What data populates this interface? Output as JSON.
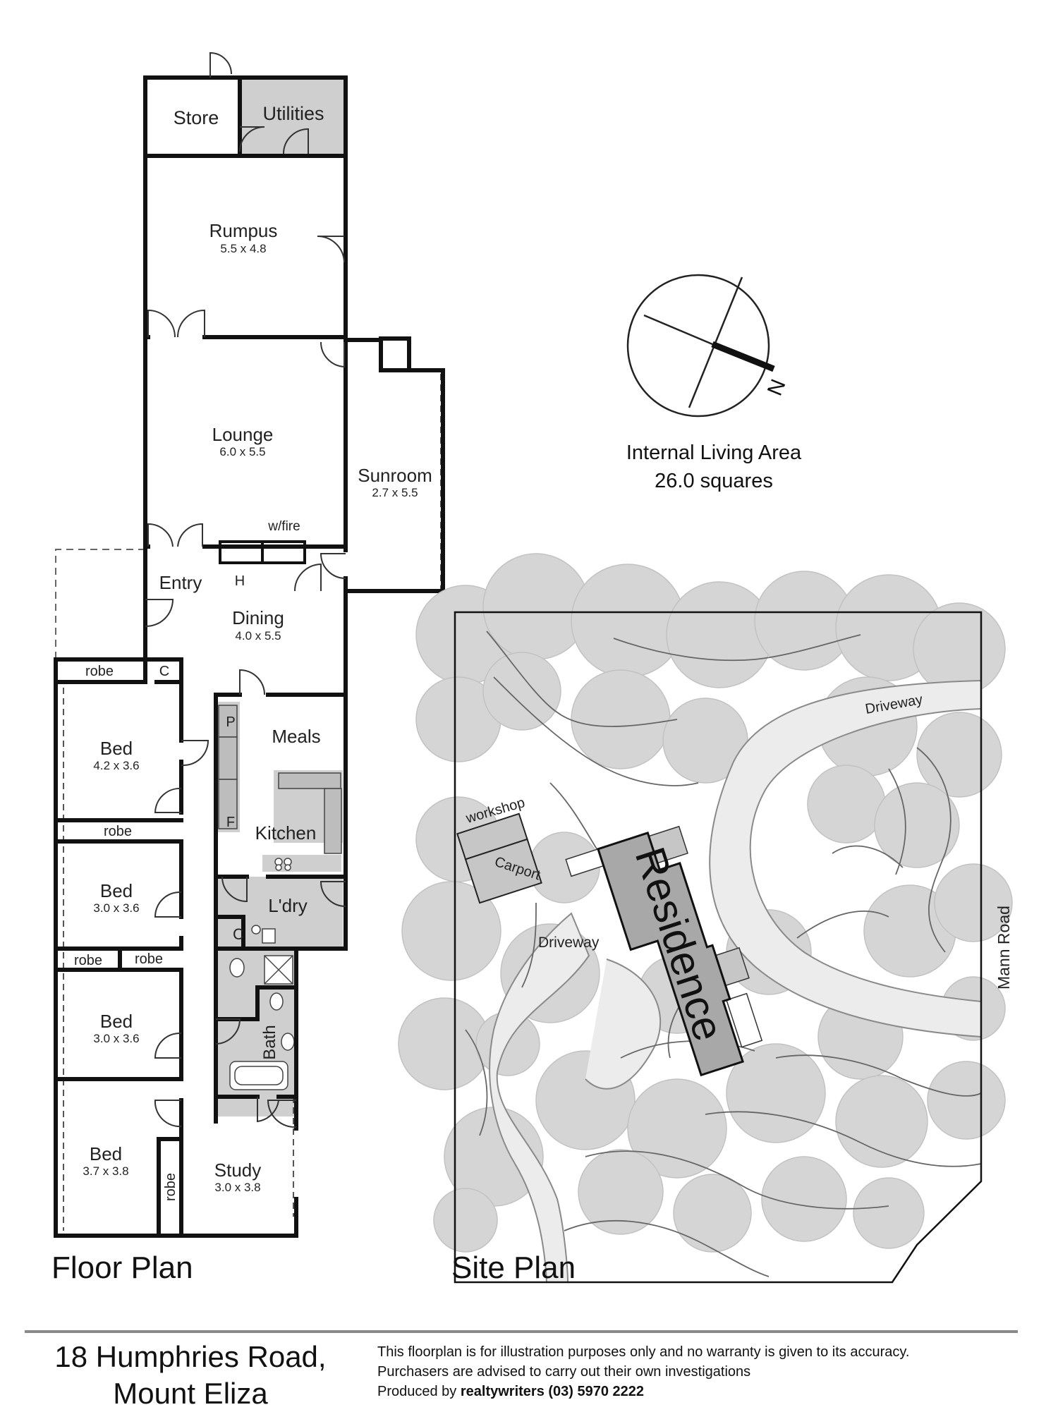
{
  "floor_plan": {
    "title": "Floor Plan",
    "rooms": {
      "store": {
        "name": "Store"
      },
      "utilities": {
        "name": "Utilities"
      },
      "rumpus": {
        "name": "Rumpus",
        "size": "5.5 x 4.8"
      },
      "lounge": {
        "name": "Lounge",
        "size": "6.0 x 5.5"
      },
      "sunroom": {
        "name": "Sunroom",
        "size": "2.7 x 5.5"
      },
      "wfire": {
        "name": "w/fire"
      },
      "h": {
        "name": "H"
      },
      "entry": {
        "name": "Entry"
      },
      "dining": {
        "name": "Dining",
        "size": "4.0 x 5.5"
      },
      "robe1": {
        "name": "robe"
      },
      "c1": {
        "name": "C"
      },
      "bed1": {
        "name": "Bed",
        "size": "4.2 x 3.6"
      },
      "robe2": {
        "name": "robe"
      },
      "bed2": {
        "name": "Bed",
        "size": "3.0 x 3.6"
      },
      "robe3": {
        "name": "robe"
      },
      "robe4": {
        "name": "robe"
      },
      "bed3": {
        "name": "Bed",
        "size": "3.0 x 3.6"
      },
      "bed4": {
        "name": "Bed",
        "size": "3.7 x 3.8"
      },
      "robe5": {
        "name": "robe"
      },
      "p": {
        "name": "P"
      },
      "f": {
        "name": "F"
      },
      "meals": {
        "name": "Meals"
      },
      "kitchen": {
        "name": "Kitchen"
      },
      "laundry": {
        "name": "L'dry"
      },
      "c2": {
        "name": "C"
      },
      "bath": {
        "name": "Bath"
      },
      "study": {
        "name": "Study",
        "size": "3.0 x 3.8"
      }
    }
  },
  "compass": {
    "label": "N"
  },
  "living_area": {
    "line1": "Internal Living Area",
    "line2": "26.0 squares"
  },
  "site_plan": {
    "title": "Site Plan",
    "residence": "Residence",
    "workshop": "workshop",
    "carport": "Carport",
    "driveway_top": "Driveway",
    "driveway_left": "Driveway",
    "road": "Mann Road"
  },
  "footer": {
    "address_line1": "18 Humphries Road,",
    "address_line2": "Mount Eliza",
    "disclaimer_line1": "This floorplan is for illustration purposes only and no warranty is given to its accuracy.",
    "disclaimer_line2": "Purchasers are advised to carry out their own investigations",
    "produced_prefix": "Produced by",
    "produced_company": "realtywriters (03) 5970 2222"
  }
}
